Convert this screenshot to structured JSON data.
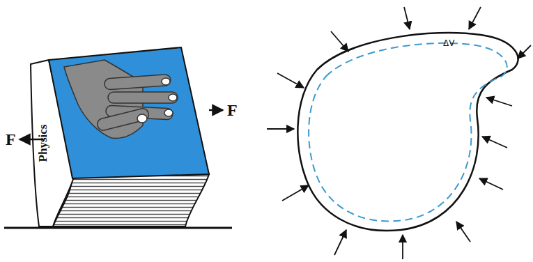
{
  "diagram": {
    "labels": [
      "F",
      "Physics",
      "F",
      "ΔV"
    ]
  }
}
